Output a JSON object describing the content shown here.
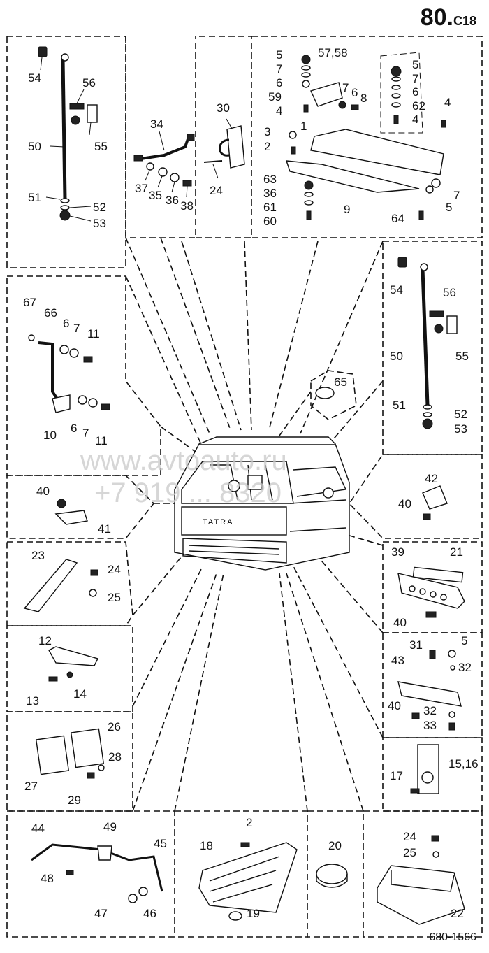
{
  "header": {
    "page_number": "80.",
    "page_suffix": "C18"
  },
  "footer": {
    "drawing_number": "680-1566"
  },
  "watermark": {
    "line1": "www.avtoauto.ru",
    "line2": "+7 919 ... 8320"
  },
  "cab": {
    "grille_text": "TATRA"
  },
  "callouts": {
    "g1": [
      "54",
      "56",
      "50",
      "55",
      "51",
      "52",
      "53"
    ],
    "g2": [
      "34",
      "37",
      "35",
      "36",
      "38"
    ],
    "g3": [
      "30",
      "24"
    ],
    "g4": [
      "5",
      "7",
      "6",
      "59",
      "4",
      "57,58",
      "7",
      "6",
      "8",
      "5",
      "7",
      "6",
      "62",
      "4",
      "4",
      "3",
      "2",
      "1",
      "63",
      "36",
      "61",
      "60",
      "9",
      "7",
      "5",
      "64"
    ],
    "g5": [
      "67",
      "66",
      "6",
      "7",
      "11",
      "10",
      "6",
      "7",
      "11"
    ],
    "g6": [
      "54",
      "56",
      "50",
      "55",
      "51",
      "52",
      "53"
    ],
    "g7": [
      "65"
    ],
    "g8": [
      "40",
      "41"
    ],
    "g9": [
      "42",
      "40"
    ],
    "g10": [
      "23",
      "24",
      "25"
    ],
    "g11": [
      "39",
      "21",
      "40"
    ],
    "g12": [
      "12",
      "13",
      "14"
    ],
    "g13": [
      "31",
      "5",
      "43",
      "32",
      "40",
      "32",
      "33"
    ],
    "g14": [
      "26",
      "27",
      "28",
      "29"
    ],
    "g15": [
      "17",
      "15,16"
    ],
    "g16": [
      "44",
      "49",
      "45",
      "48",
      "47",
      "46"
    ],
    "g17": [
      "2",
      "18",
      "19"
    ],
    "g18": [
      "20"
    ],
    "g19": [
      "24",
      "25",
      "22"
    ]
  }
}
